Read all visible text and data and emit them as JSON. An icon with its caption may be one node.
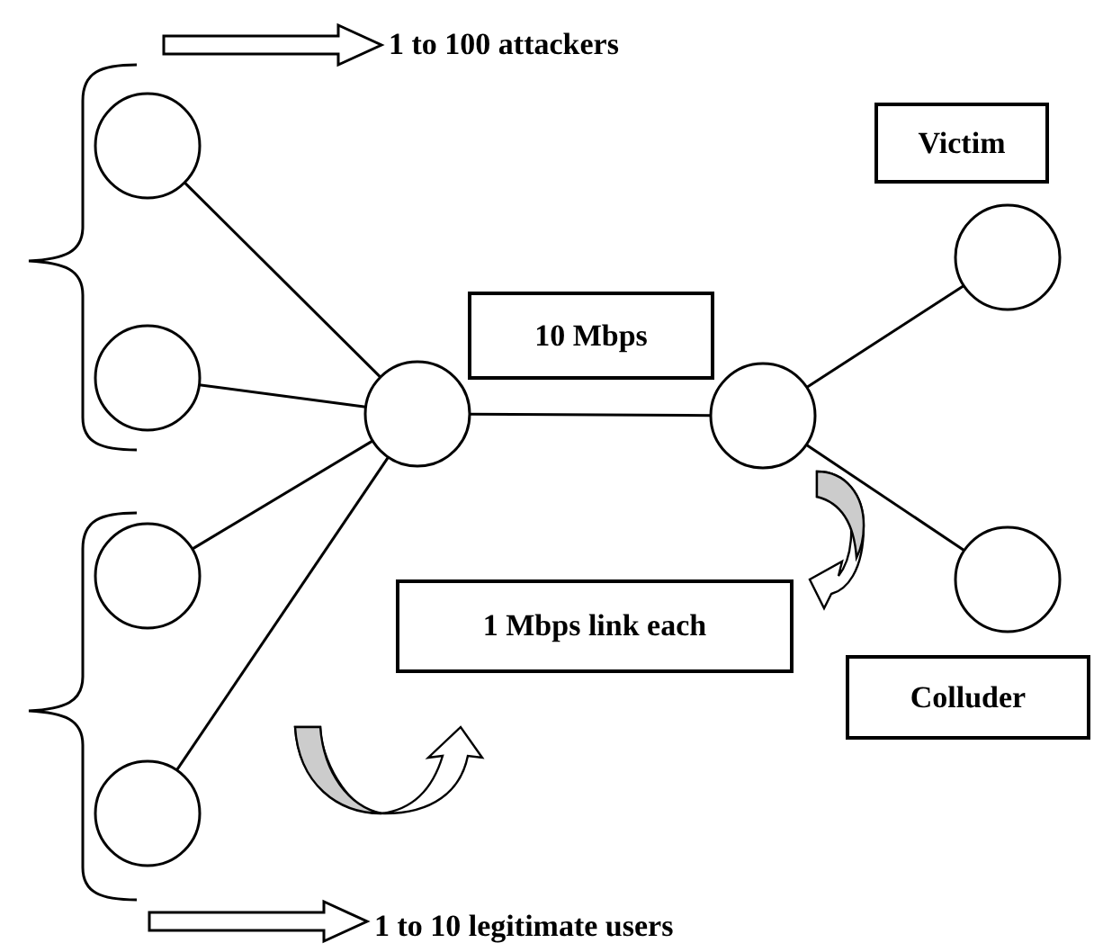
{
  "diagram": {
    "nodes": [
      {
        "text": [
          "1 to 100 attackers"
        ]
      },
      {
        "text": [],
        "shape": "circle"
      },
      {
        "text": [
          "Victim"
        ]
      },
      {
        "text": [],
        "shape": "circle"
      },
      {
        "text": [
          "10 Mbps"
        ]
      },
      {
        "text": [],
        "shape": "circle"
      },
      {
        "text": [],
        "shape": "circle"
      },
      {
        "text": [],
        "shape": "circle"
      },
      {
        "text": [],
        "shape": "circle"
      },
      {
        "text": [],
        "shape": "circle"
      },
      {
        "text": [
          "1 Mbps link each"
        ]
      },
      {
        "text": [
          "Colluder"
        ]
      },
      {
        "text": [],
        "shape": "circle"
      },
      {
        "text": [
          "1 to 10 legitimate users"
        ]
      }
    ],
    "edges": [
      {
        "from": 1,
        "to": 6,
        "arrow": "none"
      },
      {
        "from": 5,
        "to": 6,
        "arrow": "none"
      },
      {
        "from": 8,
        "to": 6,
        "arrow": "none"
      },
      {
        "from": 12,
        "to": 6,
        "arrow": "none"
      },
      {
        "from": 6,
        "to": 7,
        "arrow": "none"
      },
      {
        "from": 7,
        "to": 3,
        "arrow": "none"
      },
      {
        "from": 7,
        "to": 9,
        "arrow": "none"
      },
      {
        "from": null,
        "to": 0,
        "arrow": "to",
        "style": "thick"
      },
      {
        "from": null,
        "to": 13,
        "arrow": "to",
        "style": "thick"
      }
    ]
  }
}
